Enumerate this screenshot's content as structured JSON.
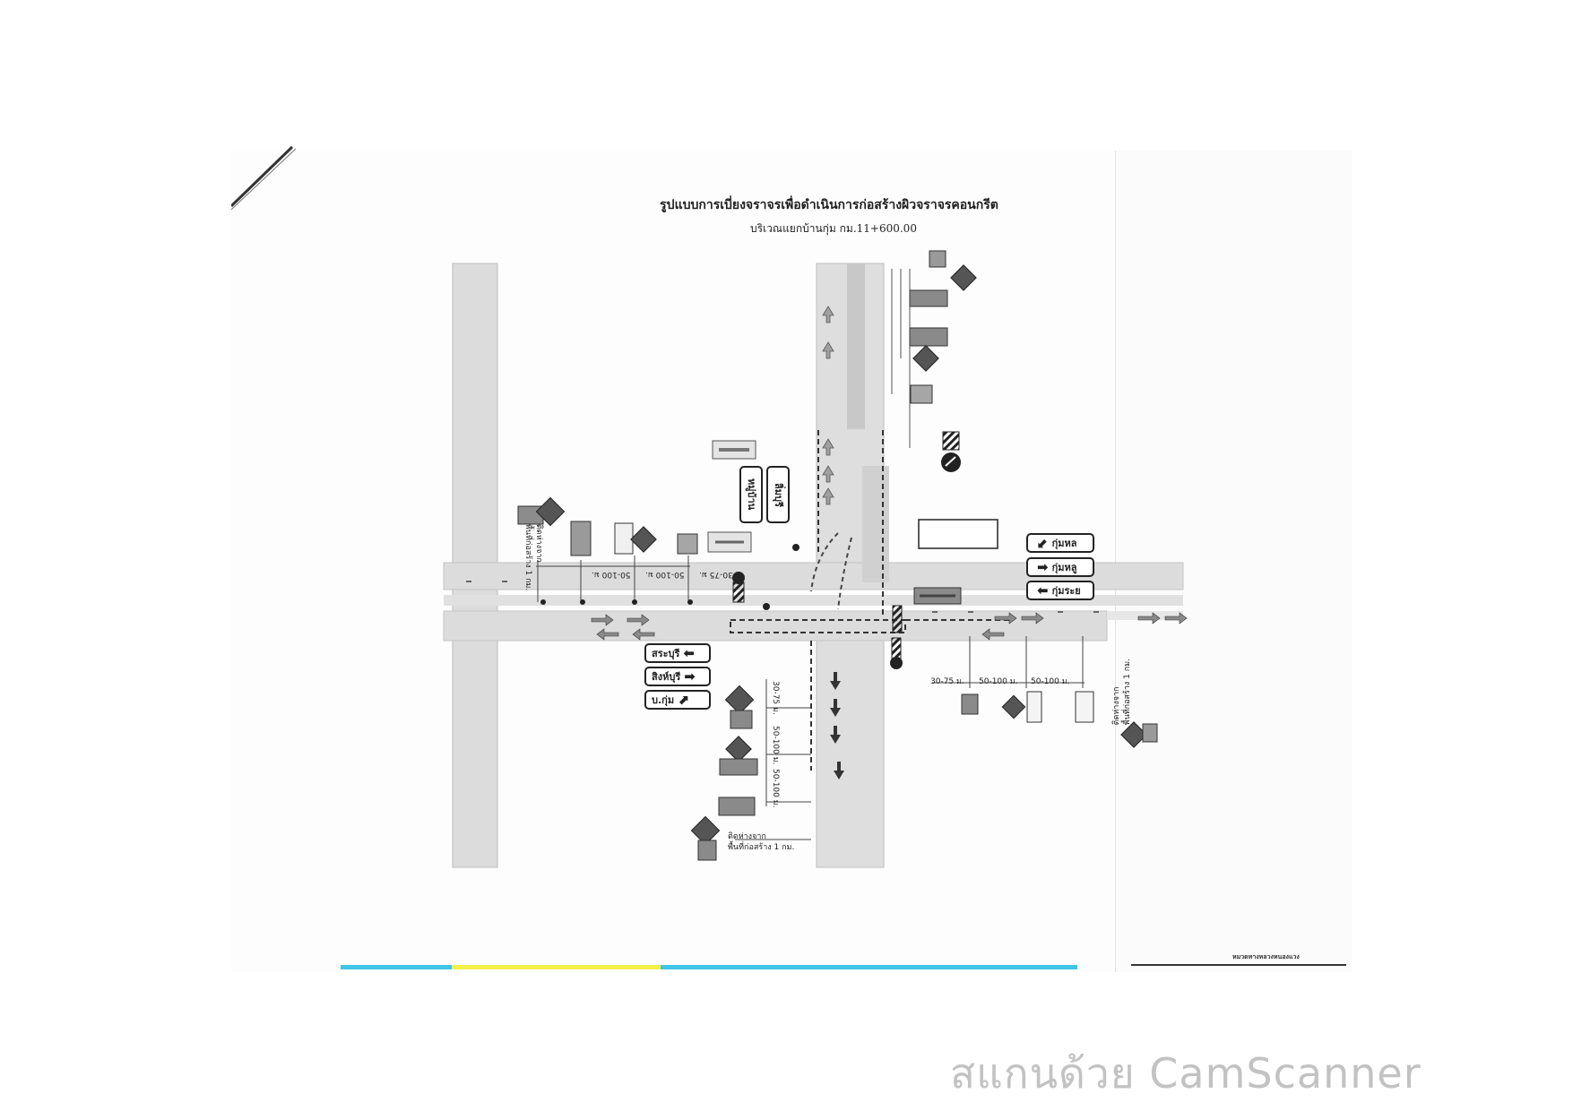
{
  "document": {
    "title": "รูปแบบการเบี่ยงจราจรเพื่อดำเนินการก่อสร้างผิวจราจรคอนกรีต",
    "subtitle": "บริเวณแยกบ้านกุ่ม กม.11+600.00"
  },
  "direction_signs": {
    "east_1": "กุ่มหล",
    "east_2": "กุ่มหลู",
    "east_3": "กุ่มระย",
    "south_1": "สระบุรี",
    "south_2": "สิงห์บุรี",
    "south_3": "บ.กุ่ม",
    "north_1": "หมู่บ้าน",
    "north_2": "ลิ่มบุรี"
  },
  "distances": {
    "east_1": "30-75 ม.",
    "east_2": "50-100 ม.",
    "east_3": "50-100 ม.",
    "south_1": "30-75 ม.",
    "south_2": "50-100 ม.",
    "south_3": "50-100 ม.",
    "west_1": "50-100 ม.",
    "west_2": "50-100 ม.",
    "west_3": "30-75 ม."
  },
  "notes": {
    "south_line1": "ติดห่างจาก",
    "south_line2": "พื้นที่ก่อสร้าง 1 กม.",
    "east_line1": "ติดห่างจาก",
    "east_line2": "พื้นที่ก่อสร้าง 1 กม.",
    "west_line1": "ติดห่างจาก",
    "west_line2": "พื้นที่ก่อสร้าง 1 กม."
  },
  "footer": "หมวดทางหลวงหนองแวง",
  "watermark": "สแกนด้วย CamScanner",
  "colors": {
    "road": "#d9d9d9",
    "sign_grey": "#8a8a8a",
    "sign_dark": "#555555",
    "arrow_grey": "#9a9a9a",
    "strip_blue": "#3fc4e6",
    "strip_yellow": "#f4f04a"
  }
}
